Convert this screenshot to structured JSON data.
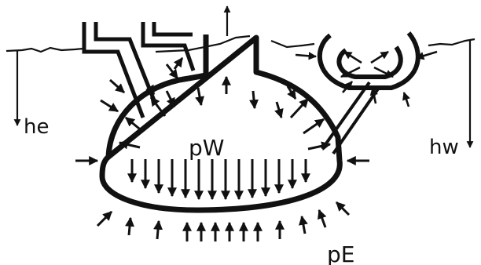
{
  "labels": {
    "he": "he",
    "pw": "pW",
    "hw": "hw",
    "pe": "pE"
  },
  "colors": {
    "ink": "#111111",
    "background": "#ffffff"
  }
}
